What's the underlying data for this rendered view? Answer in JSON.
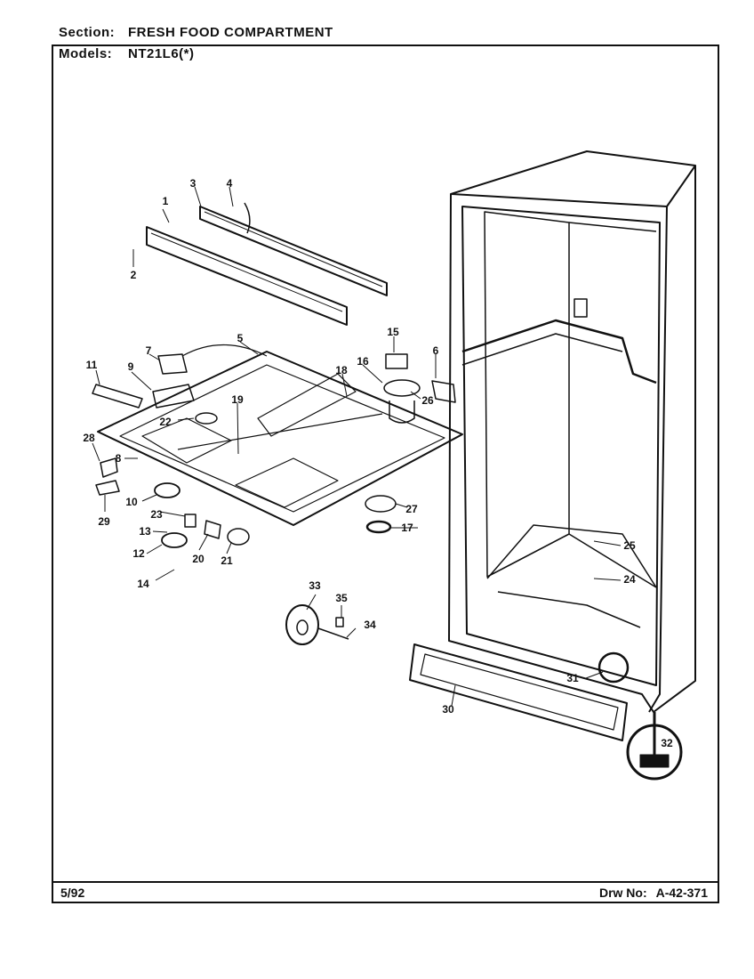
{
  "header": {
    "section_label": "Section:",
    "section_value": "FRESH FOOD COMPARTMENT",
    "models_label": "Models:",
    "models_value": "NT21L6(*)"
  },
  "footer": {
    "date": "5/92",
    "drawing_label": "Drw No:",
    "drawing_value": "A-42-371"
  },
  "diagram": {
    "part_labels": [
      "1",
      "2",
      "3",
      "4",
      "5",
      "6",
      "7",
      "8",
      "9",
      "10",
      "11",
      "12",
      "13",
      "14",
      "15",
      "16",
      "17",
      "18",
      "19",
      "20",
      "21",
      "22",
      "23",
      "24",
      "25",
      "26",
      "27",
      "28",
      "29",
      "30",
      "31",
      "32",
      "33",
      "34",
      "35"
    ]
  }
}
